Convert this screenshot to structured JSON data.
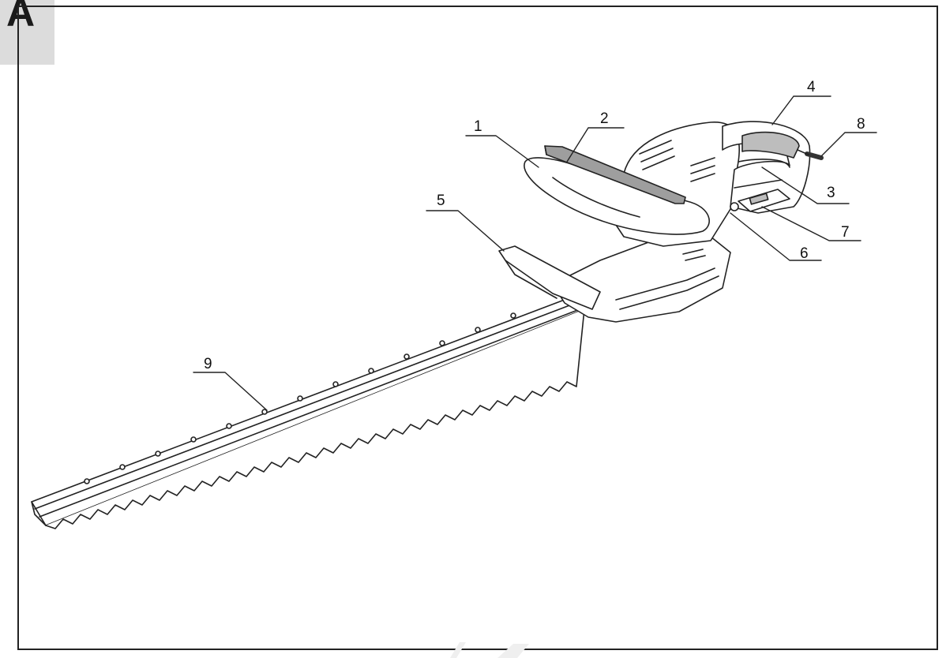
{
  "section": {
    "letter": "A"
  },
  "callouts": [
    {
      "id": "1",
      "label": "1"
    },
    {
      "id": "2",
      "label": "2"
    },
    {
      "id": "3",
      "label": "3"
    },
    {
      "id": "4",
      "label": "4"
    },
    {
      "id": "5",
      "label": "5"
    },
    {
      "id": "6",
      "label": "6"
    },
    {
      "id": "7",
      "label": "7"
    },
    {
      "id": "8",
      "label": "8"
    },
    {
      "id": "9",
      "label": "9"
    }
  ],
  "colors": {
    "frame": "#222222",
    "tab": "#dcdcdc",
    "grip": "#bdbdbd",
    "guard": "#9e9e9e"
  }
}
